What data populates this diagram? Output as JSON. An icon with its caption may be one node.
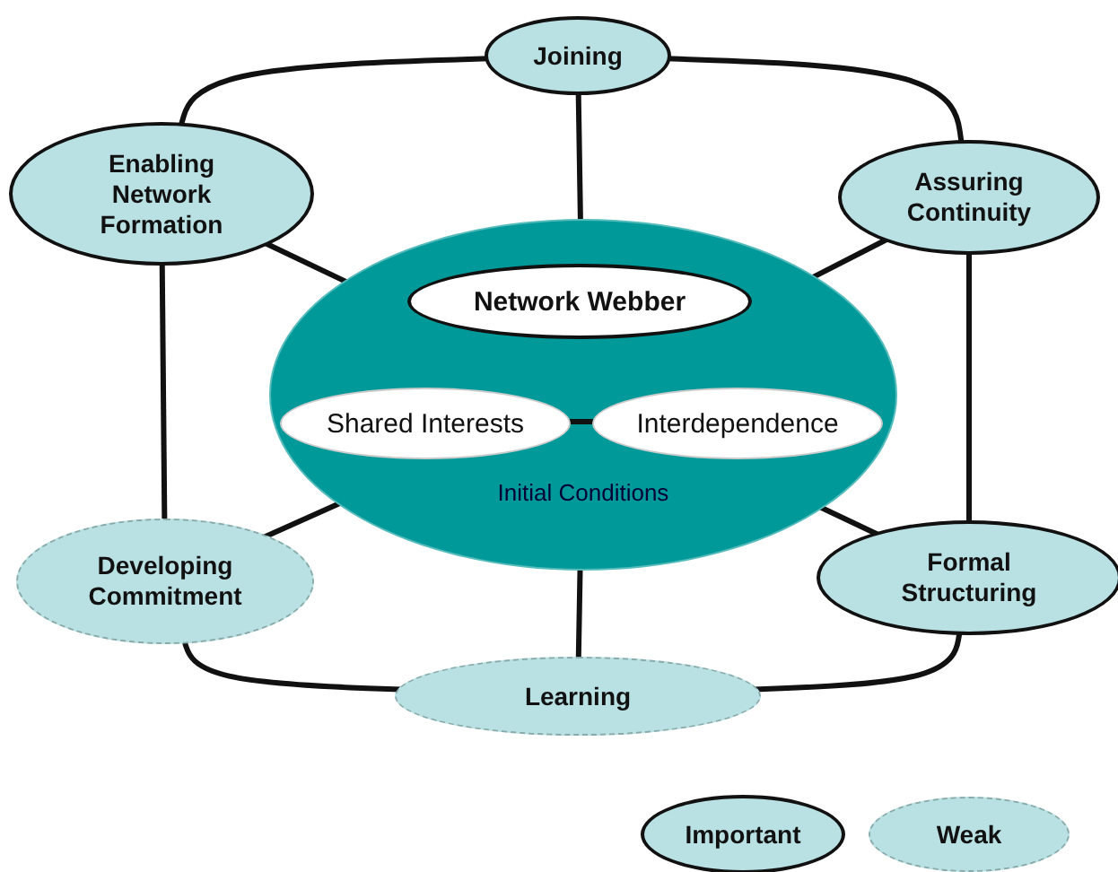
{
  "diagram": {
    "nodes": [
      {
        "text": [
          "Joining"
        ]
      },
      {
        "text": [
          "Enabling Network Formation"
        ]
      },
      {
        "text": [
          "Assuring Continuity"
        ]
      },
      {
        "text": [
          "Initial Conditions"
        ]
      },
      {
        "text": [
          "Network Webber"
        ],
        "in": 3
      },
      {
        "text": [
          "Shared Interests"
        ],
        "in": 3
      },
      {
        "text": [
          "Interdependence"
        ],
        "in": 3
      },
      {
        "text": [
          "Developing Commitment"
        ]
      },
      {
        "text": [
          "Formal Structuring"
        ]
      },
      {
        "text": [
          "Learning"
        ]
      }
    ],
    "edges": [
      {
        "from": 0,
        "to": 1,
        "arrow": "none"
      },
      {
        "from": 0,
        "to": 2,
        "arrow": "none"
      },
      {
        "from": 1,
        "to": 7,
        "arrow": "none"
      },
      {
        "from": 2,
        "to": 8,
        "arrow": "none"
      },
      {
        "from": 7,
        "to": 9,
        "arrow": "none"
      },
      {
        "from": 9,
        "to": 8,
        "arrow": "none"
      },
      {
        "from": 3,
        "to": 0,
        "arrow": "none"
      },
      {
        "from": 3,
        "to": 1,
        "arrow": "none"
      },
      {
        "from": 3,
        "to": 2,
        "arrow": "none"
      },
      {
        "from": 3,
        "to": 7,
        "arrow": "none"
      },
      {
        "from": 3,
        "to": 8,
        "arrow": "none"
      },
      {
        "from": 3,
        "to": 9,
        "arrow": "none"
      },
      {
        "from": 5,
        "to": 6,
        "arrow": "none"
      }
    ],
    "legend": [
      {
        "text": "Important"
      },
      {
        "text": "Weak"
      }
    ]
  }
}
